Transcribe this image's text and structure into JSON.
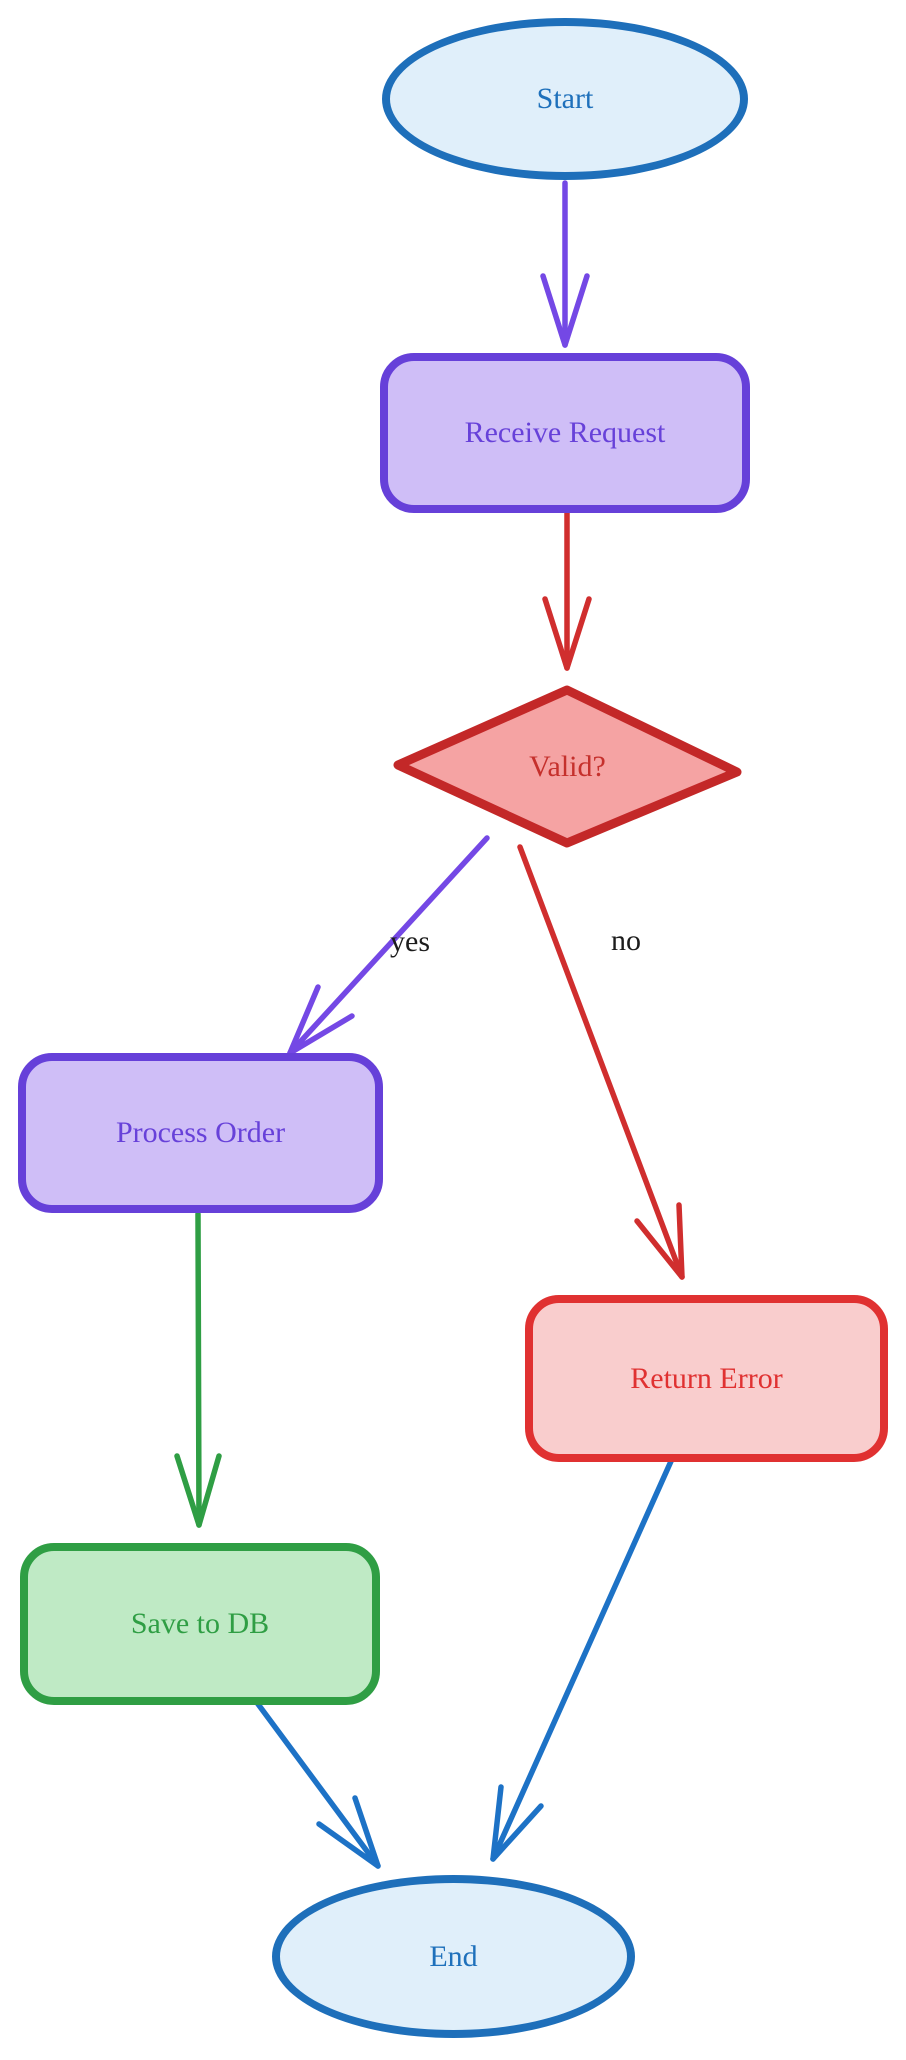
{
  "diagram": {
    "type": "flowchart",
    "background_color": "#ffffff"
  },
  "nodes": {
    "start": {
      "label": "Start",
      "shape": "ellipse",
      "fill": "#e0effa",
      "stroke": "#1e6fba",
      "text_color": "#1e70bb"
    },
    "receive_request": {
      "label": "Receive Request",
      "shape": "rounded-rectangle",
      "fill": "#cfbef7",
      "stroke": "#6640d9",
      "text_color": "#6741d9"
    },
    "valid": {
      "label": "Valid?",
      "shape": "diamond",
      "fill": "#f5a3a3",
      "stroke": "#c32828",
      "text_color": "#c5302c"
    },
    "process_order": {
      "label": "Process Order",
      "shape": "rounded-rectangle",
      "fill": "#cfbef7",
      "stroke": "#6640d9",
      "text_color": "#6741d9"
    },
    "return_error": {
      "label": "Return Error",
      "shape": "rounded-rectangle",
      "fill": "#f9cdcd",
      "stroke": "#e03131",
      "text_color": "#e03131"
    },
    "save_to_db": {
      "label": "Save to DB",
      "shape": "rounded-rectangle",
      "fill": "#bfeac5",
      "stroke": "#2f9e44",
      "text_color": "#2f9e44"
    },
    "end": {
      "label": "End",
      "shape": "ellipse",
      "fill": "#e0effa",
      "stroke": "#1e6fba",
      "text_color": "#1e70bb"
    }
  },
  "edges": {
    "start_to_receive": {
      "from": "Start",
      "to": "Receive Request",
      "color": "#7448e5",
      "label": ""
    },
    "receive_to_valid": {
      "from": "Receive Request",
      "to": "Valid?",
      "color": "#d02e2e",
      "label": ""
    },
    "valid_to_process": {
      "from": "Valid?",
      "to": "Process Order",
      "color": "#7448e5",
      "label": "yes",
      "label_color": "#1c1c1c"
    },
    "valid_to_return": {
      "from": "Valid?",
      "to": "Return Error",
      "color": "#d02e2e",
      "label": "no",
      "label_color": "#1c1c1c"
    },
    "process_to_save": {
      "from": "Process Order",
      "to": "Save to DB",
      "color": "#2f9e44",
      "label": ""
    },
    "save_to_end": {
      "from": "Save to DB",
      "to": "End",
      "color": "#1d72c6",
      "label": ""
    },
    "return_to_end": {
      "from": "Return Error",
      "to": "End",
      "color": "#1d72c6",
      "label": ""
    }
  }
}
